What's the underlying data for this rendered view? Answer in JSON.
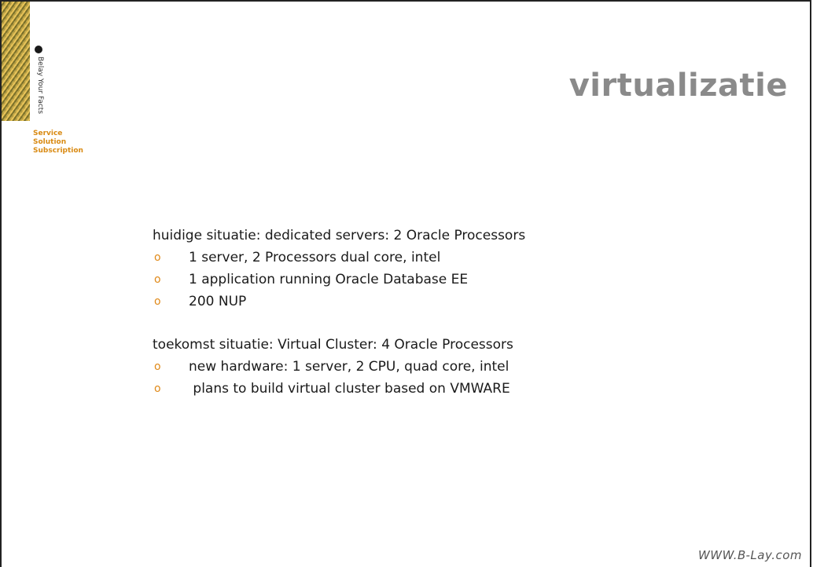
{
  "brand": {
    "tagline": "Belay Your Facts",
    "links": [
      "Service",
      "Solution",
      "Subscription"
    ],
    "accent_color": "#d98a12"
  },
  "slide": {
    "title": "virtualizatie",
    "section1": {
      "heading": "huidige situatie: dedicated servers: 2 Oracle Processors",
      "items": [
        "1 server, 2 Processors dual core, intel",
        "1 application running Oracle Database EE",
        "200 NUP"
      ]
    },
    "section2": {
      "heading": "toekomst situatie: Virtual Cluster: 4 Oracle Processors",
      "items": [
        "new hardware: 1 server, 2 CPU, quad core, intel",
        " plans to build virtual cluster based on VMWARE"
      ]
    },
    "bullet_glyph": "o",
    "bullet_color": "#e08a1a"
  },
  "footer": {
    "url": "WWW.B-Lay.com"
  }
}
